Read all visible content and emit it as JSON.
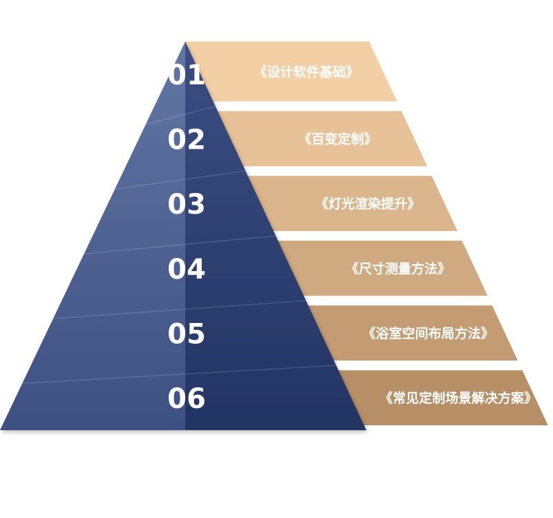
{
  "levels": [
    {
      "number": "01",
      "label": "《设计软件基础》"
    },
    {
      "number": "02",
      "label": "《百变定制》"
    },
    {
      "number": "03",
      "label": "《灯光渲染提升》"
    },
    {
      "number": "04",
      "label": "《尺寸测量方法》"
    },
    {
      "number": "05",
      "label": "《浴室空间布局方法》"
    },
    {
      "number": "06",
      "label": "《常见定制场景解决方案》"
    }
  ],
  "colors": {
    "pyramid_light": "#5c6f9c",
    "pyramid_dark": "#2e3f6e",
    "band_light": "#f3cfa5",
    "band_dark": "#b78f66"
  }
}
